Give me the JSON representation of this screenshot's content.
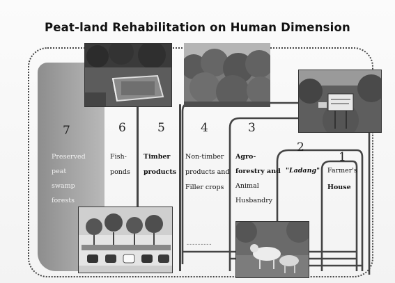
{
  "title": "Peat-land Rehabilitation on Human Dimension",
  "zones": [
    {
      "number": "7",
      "label_lines": [
        "Preserved",
        "peat",
        "swamp",
        "forests"
      ]
    },
    {
      "number": "6",
      "label_lines": [
        "Fish-",
        "ponds"
      ]
    },
    {
      "number": "5",
      "label_lines": [
        "Timber",
        "products"
      ]
    },
    {
      "number": "4",
      "label_lines": [
        "Non-timber",
        "products and",
        "Filler crops"
      ]
    },
    {
      "number": "3",
      "label_lines": [
        "Agro-",
        "forestry and",
        "Animal",
        "Husbandry"
      ]
    },
    {
      "number": "2",
      "label_lines": [
        "\"Ladang\""
      ]
    },
    {
      "number": "1",
      "label_lines": [
        "Farmer's",
        "House"
      ]
    }
  ],
  "photos": [
    {
      "name": "fishpond-photo",
      "icon": "pond-photo"
    },
    {
      "name": "forest-photo",
      "icon": "forest-photo"
    },
    {
      "name": "signboard-photo",
      "icon": "signboard-photo"
    },
    {
      "name": "seedlings-photo",
      "icon": "seedlings-photo"
    },
    {
      "name": "animals-photo",
      "icon": "goats-photo"
    }
  ],
  "colors": {
    "zone7_fill": "#a3a3a3",
    "lines": "#444444",
    "text": "#111111"
  }
}
